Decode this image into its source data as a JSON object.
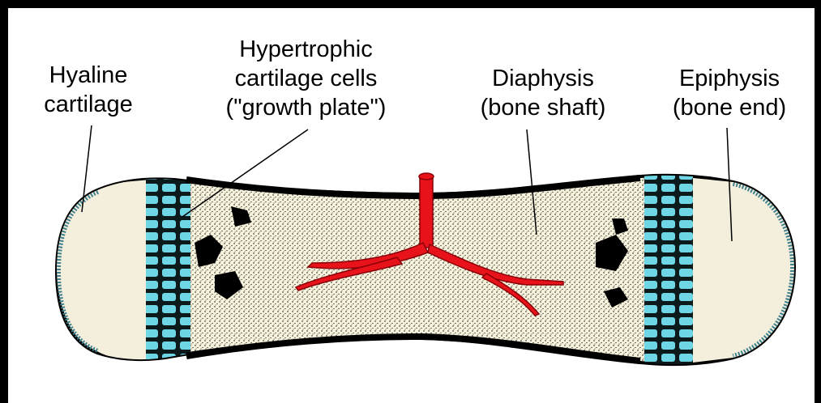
{
  "labels": {
    "hyaline": {
      "line1": "Hyaline",
      "line2": "cartilage"
    },
    "hypertrophic": {
      "line1": "Hypertrophic",
      "line2": "cartilage cells",
      "line3": "(\"growth plate\")"
    },
    "diaphysis": {
      "line1": "Diaphysis",
      "line2": "(bone shaft)"
    },
    "epiphysis": {
      "line1": "Epiphysis",
      "line2": "(bone end)"
    }
  },
  "colors": {
    "cartilage_cells": "#6fd6e6",
    "blood_vessel": "#e8131a",
    "bone_fill": "#f7f3dc",
    "hyaline_rim": "#3f7f8c"
  }
}
